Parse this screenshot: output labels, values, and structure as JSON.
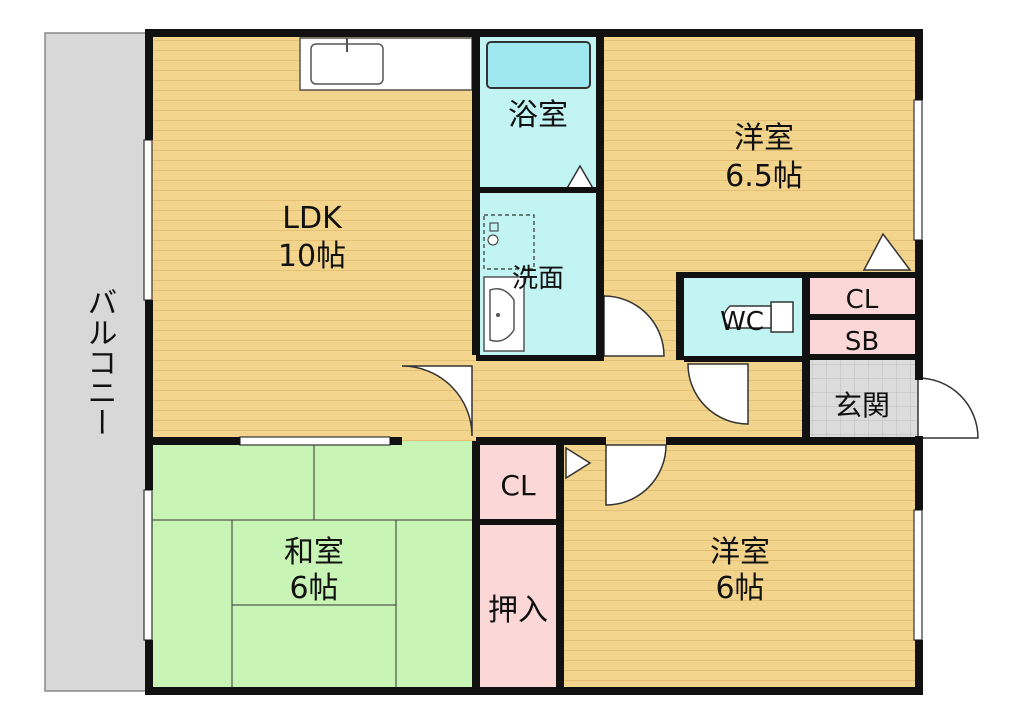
{
  "rooms": {
    "balcony": {
      "label": "バルコニー"
    },
    "ldk": {
      "label": "LDK",
      "size": "10帖"
    },
    "bath": {
      "label": "浴室"
    },
    "washroom": {
      "label": "洗面"
    },
    "western_1": {
      "label": "洋室",
      "size": "6.5帖"
    },
    "toilet": {
      "label": "WC"
    },
    "closet_upper": {
      "label": "CL"
    },
    "shoe_box": {
      "label": "SB"
    },
    "entrance": {
      "label": "玄関"
    },
    "closet_lower": {
      "label": "CL"
    },
    "japanese": {
      "label": "和室",
      "size": "6帖"
    },
    "storage": {
      "label": "押入"
    },
    "western_2": {
      "label": "洋室",
      "size": "6帖"
    }
  },
  "colors": {
    "wood_floor": "#f3d48c",
    "wood_line": "#e3c074",
    "tatami": "#c8f5b6",
    "wet_area": "#c2f4f4",
    "closet": "#fbd7d7",
    "balcony": "#d8d8d8",
    "entrance": "#d6d6d6",
    "wall": "#111111"
  }
}
